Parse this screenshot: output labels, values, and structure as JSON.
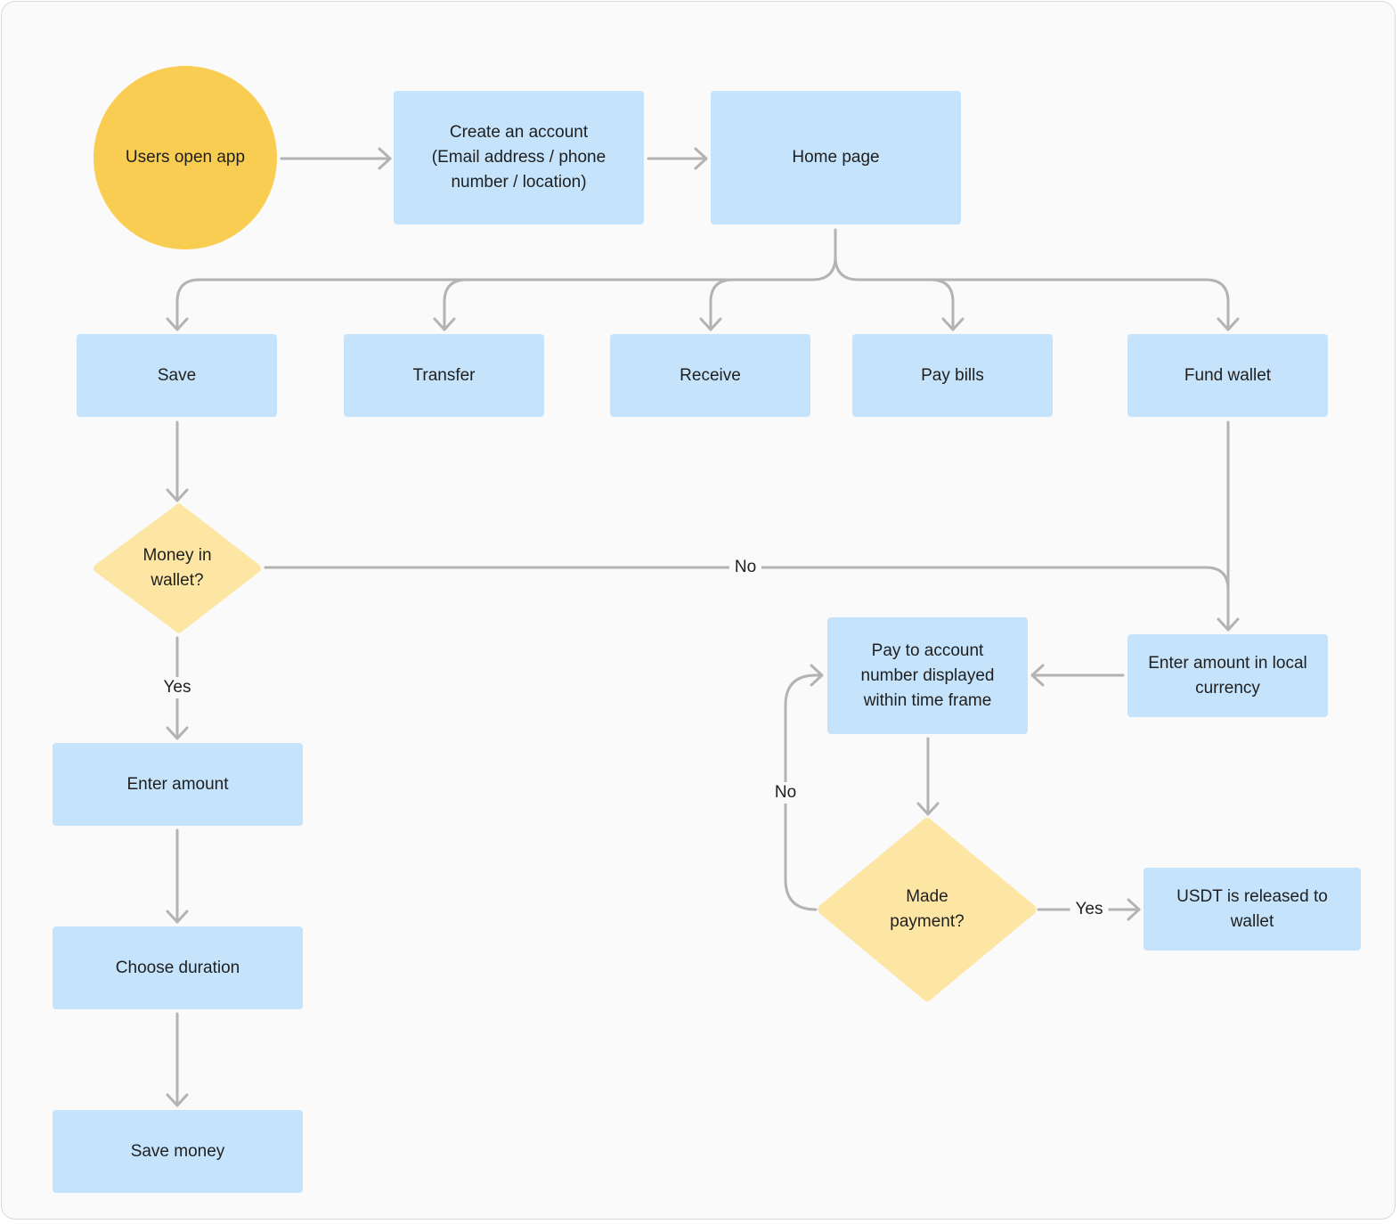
{
  "colors": {
    "background": "#fafafa",
    "process_box": "#c5e3fb",
    "start_circle": "#f9cd52",
    "decision": "#fde5a4",
    "connector": "#b3b3b3"
  },
  "nodes": {
    "start": "Users open app",
    "create_account": "Create an account\n(Email address / phone\nnumber / location)",
    "home": "Home page",
    "save": "Save",
    "transfer": "Transfer",
    "receive": "Receive",
    "pay_bills": "Pay bills",
    "fund_wallet": "Fund wallet",
    "money_in_wallet": "Money in\nwallet?",
    "enter_amount": "Enter amount",
    "choose_duration": "Choose duration",
    "save_money": "Save money",
    "enter_local": "Enter amount in local\ncurrency",
    "pay_to_account": "Pay to account\nnumber displayed\nwithin time frame",
    "made_payment": "Made\npayment?",
    "usdt_released": "USDT is released to\nwallet"
  },
  "edge_labels": {
    "money_no": "No",
    "money_yes": "Yes",
    "payment_no": "No",
    "payment_yes": "Yes"
  }
}
